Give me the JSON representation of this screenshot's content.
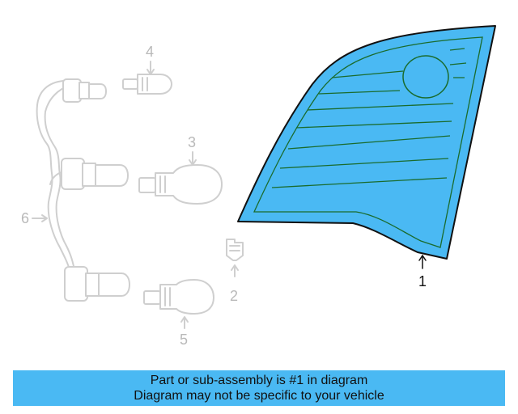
{
  "callouts": {
    "c1": "1",
    "c2": "2",
    "c3": "3",
    "c4": "4",
    "c5": "5",
    "c6": "6"
  },
  "banner": {
    "line1": "Part or sub-assembly is #1 in diagram",
    "line2": "Diagram may not be specific to your vehicle"
  },
  "colors": {
    "highlight": "#4ab9f3",
    "ghost_parts": "#cfcfcf"
  }
}
